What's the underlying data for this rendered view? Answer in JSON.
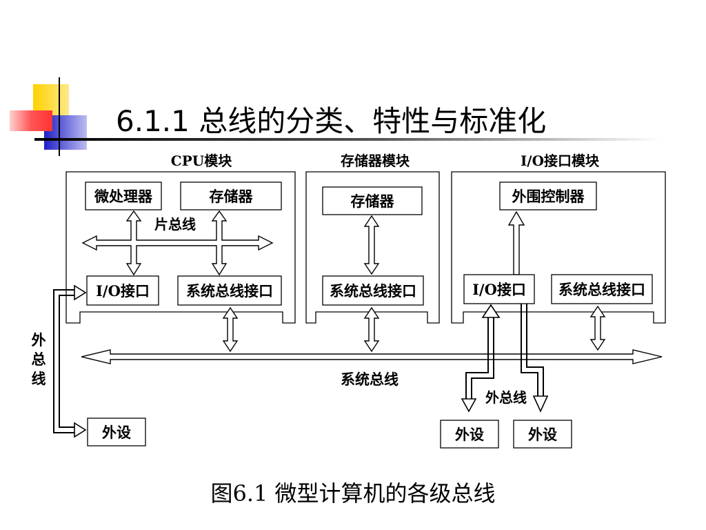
{
  "slide": {
    "title": "6.1.1 总线的分类、特性与标准化",
    "caption": "图6.1  微型计算机的各级总线"
  },
  "colors": {
    "square_yellow": "#ffd200",
    "square_red": "#ff3333",
    "square_blue": "#2c2cd6",
    "rule": "#000000"
  },
  "diagram": {
    "modules": {
      "cpu": "CPU模块",
      "memory": "存储器模块",
      "io": "I/O接口模块"
    },
    "boxes": {
      "microprocessor": "微处理器",
      "cpu_memory": "存储器",
      "cpu_io_interface": "I/O接口",
      "cpu_sysbus_interface": "系统总线接口",
      "mem_memory": "存储器",
      "mem_sysbus_interface": "系统总线接口",
      "peripheral_controller": "外围控制器",
      "io_io_interface": "I/O接口",
      "io_sysbus_interface": "系统总线接口",
      "peripheral_left": "外设",
      "peripheral_mid": "外设",
      "peripheral_right": "外设"
    },
    "labels": {
      "chip_bus": "片总线",
      "system_bus": "系统总线",
      "external_bus_right": "外总线",
      "external_bus_left": [
        "外",
        "总",
        "线"
      ]
    }
  }
}
